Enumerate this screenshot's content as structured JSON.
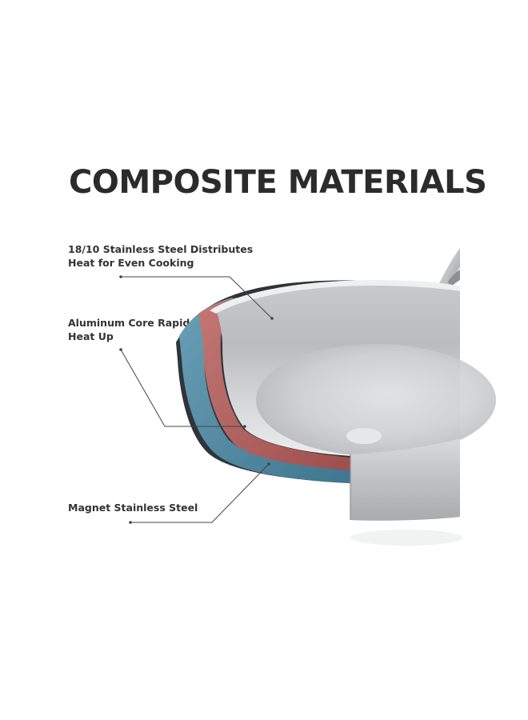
{
  "title": "COMPOSITE MATERIALS",
  "layers": [
    {
      "name": "stainless-steel-inner",
      "lines": [
        "18/10 Stainless Steel Distributes",
        "Heat for Even Cooking"
      ]
    },
    {
      "name": "aluminum-core",
      "lines": [
        "Aluminum Core Rapid",
        "Heat Up"
      ]
    },
    {
      "name": "magnet-stainless-steel",
      "lines": [
        "Magnet Stainless Steel"
      ]
    }
  ],
  "colors": {
    "title": "#2b2b2b",
    "label": "#333333",
    "steel": "#c9cbcd",
    "aluminum_layer": "#b0615f",
    "magnetic_layer": "#4f8aa3",
    "leader_line": "#444444"
  }
}
